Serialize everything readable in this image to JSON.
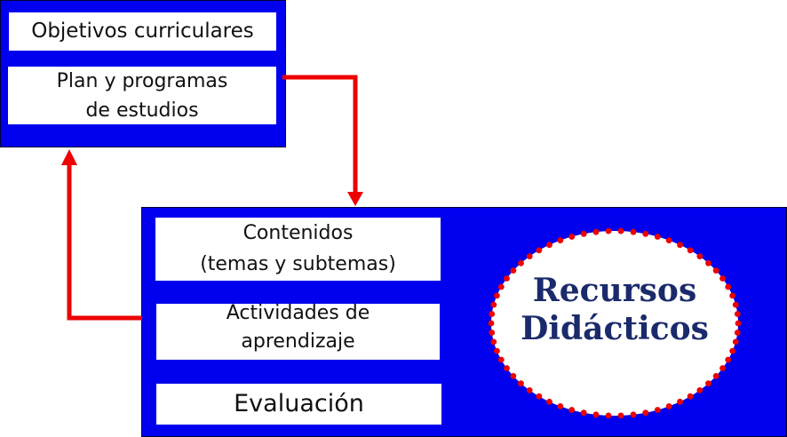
{
  "top_panel": {
    "objetivos": "Objetivos curriculares",
    "plan_lines": [
      "Plan y programas",
      "de estudios"
    ]
  },
  "bottom_panel": {
    "contenidos_lines": [
      "Contenidos",
      "(temas y subtemas)"
    ],
    "actividades_lines": [
      "Actividades de",
      "aprendizaje"
    ],
    "evaluacion": "Evaluación"
  },
  "recursos": {
    "lines": [
      "Recursos",
      "Didácticos"
    ]
  },
  "colors": {
    "panel_blue": "#0000ee",
    "arrow_red": "#ee0000",
    "dot_red": "#ee0000",
    "recursos_text": "#1a2a6b"
  }
}
